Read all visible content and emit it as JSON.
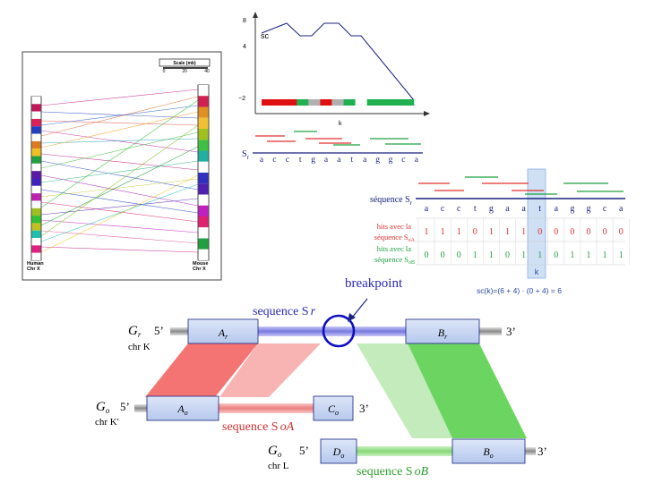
{
  "synteny": {
    "scale_title": "Scale (mb)",
    "scale_ticks": [
      "0",
      "20",
      "40"
    ],
    "left_label_1": "Human",
    "left_label_2": "Chr X",
    "right_label_1": "Mouse",
    "right_label_2": "Chr X"
  },
  "score_plot": {
    "y_ticks": [
      "8",
      "4",
      "−2"
    ],
    "sc_label": "sc",
    "x_label": "k",
    "sr_label": "S",
    "sr_sub": "r",
    "sequence": [
      "a",
      "c",
      "c",
      "t",
      "g",
      "a",
      "a",
      "t",
      "a",
      "g",
      "g",
      "c",
      "a"
    ],
    "track_colors": [
      "#e01010",
      "#e01010",
      "#e01010",
      "#20b050",
      "#b0b0b0",
      "#e01010",
      "#b0b0b0",
      "#20b050",
      "#ffffff",
      "#20b050",
      "#20b050",
      "#20b050",
      "#20b050"
    ]
  },
  "hits_table": {
    "row_label_seq": "séquence S",
    "row_label_seq_sub": "r",
    "row_label_a_1": "hits avec la",
    "row_label_a_2": "séquence S",
    "row_label_a_sub": "oA",
    "row_label_b_1": "hits avec la",
    "row_label_b_2": "séquence S",
    "row_label_b_sub": "oB",
    "letters": [
      "a",
      "c",
      "c",
      "t",
      "g",
      "a",
      "a",
      "t",
      "a",
      "g",
      "g",
      "c",
      "a"
    ],
    "hits_a": [
      "1",
      "1",
      "1",
      "0",
      "1",
      "1",
      "1",
      "0",
      "0",
      "0",
      "0",
      "0",
      "0"
    ],
    "hits_b": [
      "0",
      "0",
      "0",
      "1",
      "1",
      "0",
      "1",
      "1",
      "0",
      "1",
      "1",
      "1",
      "1"
    ],
    "k_label": "k",
    "formula": "sc(k)=(6 + 4) · (0 + 4) = 6",
    "color_a": "#e03030",
    "color_b": "#20a040",
    "highlight": "#cfe0f5"
  },
  "breakpoint_diagram": {
    "breakpoint_label": "breakpoint",
    "seq_r_label": "sequence S",
    "seq_r_sub": "r",
    "gr_label": "G",
    "gr_sub": "r",
    "gr_chr": "chr K",
    "go1_label": "G",
    "go1_sub": "o",
    "go1_chr": "chr K'",
    "go2_label": "G",
    "go2_sub": "o",
    "go2_chr": "chr L",
    "five_prime": "5’",
    "three_prime": "3’",
    "block_ar": "A",
    "block_ar_sub": "r",
    "block_br": "B",
    "block_br_sub": "r",
    "block_ao": "A",
    "block_ao_sub": "o",
    "block_co": "C",
    "block_co_sub": "o",
    "block_do": "D",
    "block_do_sub": "o",
    "block_bo": "B",
    "block_bo_sub": "o",
    "seq_oa_label": "sequence S",
    "seq_oa_sub": "oA",
    "seq_ob_label": "sequence S",
    "seq_ob_sub": "oB",
    "color_blue": "#2a2ab8",
    "color_red": "#d03030",
    "color_green": "#30a030"
  }
}
